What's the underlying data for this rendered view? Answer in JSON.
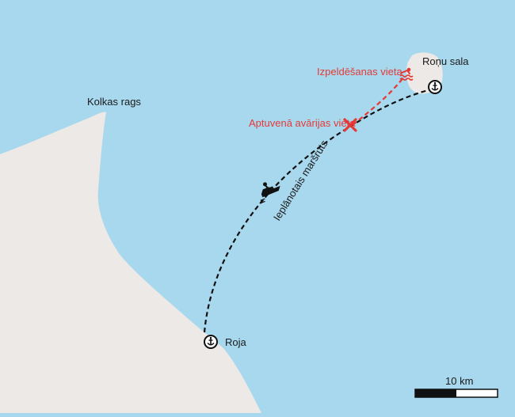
{
  "colors": {
    "sea": "#a8d8ee",
    "land": "#ece9e6",
    "route": "#111111",
    "accent": "#e53935"
  },
  "labels": {
    "cape": "Kolkas rags",
    "island": "Roņu sala",
    "port": "Roja",
    "rescue_site": "Izpeldēšanas vieta",
    "crash_site": "Aptuvenā avārijas vieta",
    "route": "Ieplānotais maršruts"
  },
  "icons": {
    "anchor": "anchor-icon",
    "jetski": "jet-ski-icon",
    "swimmer": "swimmer-icon",
    "crash": "cross-icon"
  },
  "scale": {
    "label": "10 km"
  }
}
